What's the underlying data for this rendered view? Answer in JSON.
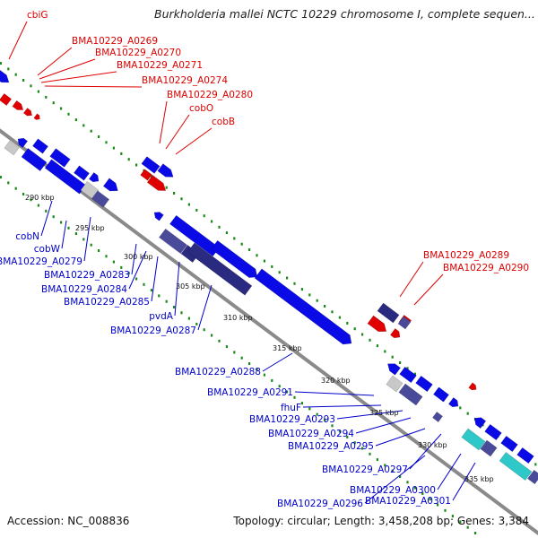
{
  "title": "Burkholderia mallei NCTC 10229 chromosome I, complete sequen...",
  "footer": {
    "accession": "Accession: NC_008836",
    "summary": "Topology: circular; Length: 3,458,208 bp; Genes: 3,384"
  },
  "colors": {
    "forward_strand": "#e00000",
    "reverse_strand": "#0a0ae6",
    "dark_feature": "#2a2a80",
    "slate_feature": "#4a4a9a",
    "cyan_feature": "#2ec8c8",
    "grey_feature": "#c8c8c8",
    "backbone": "#8a8a8a",
    "tick_dots": "#1a8a1a",
    "forward_label": "#dd0000",
    "reverse_label": "#0000cc"
  },
  "scale_labels": [
    "290 kbp",
    "295 kbp",
    "300 kbp",
    "305 kbp",
    "310 kbp",
    "315 kbp",
    "320 kbp",
    "325 kbp",
    "330 kbp",
    "335 kbp"
  ],
  "forward_genes": [
    "cbiG",
    "BMA10229_A0269",
    "BMA10229_A0270",
    "BMA10229_A0271",
    "BMA10229_A0274",
    "BMA10229_A0280",
    "cobO",
    "cobB",
    "BMA10229_A0289",
    "BMA10229_A0290"
  ],
  "reverse_genes": [
    "cobN",
    "cobW",
    "BMA10229_A0279",
    "BMA10229_A0283",
    "BMA10229_A0284",
    "BMA10229_A0285",
    "pvdA",
    "BMA10229_A0287",
    "BMA10229_A0288",
    "BMA10229_A0291",
    "fhuF",
    "BMA10229_A0293",
    "BMA10229_A0294",
    "BMA10229_A0295",
    "BMA10229_A0297",
    "BMA10229_A0300",
    "BMA10229_A0296",
    "BMA10229_A0301"
  ]
}
